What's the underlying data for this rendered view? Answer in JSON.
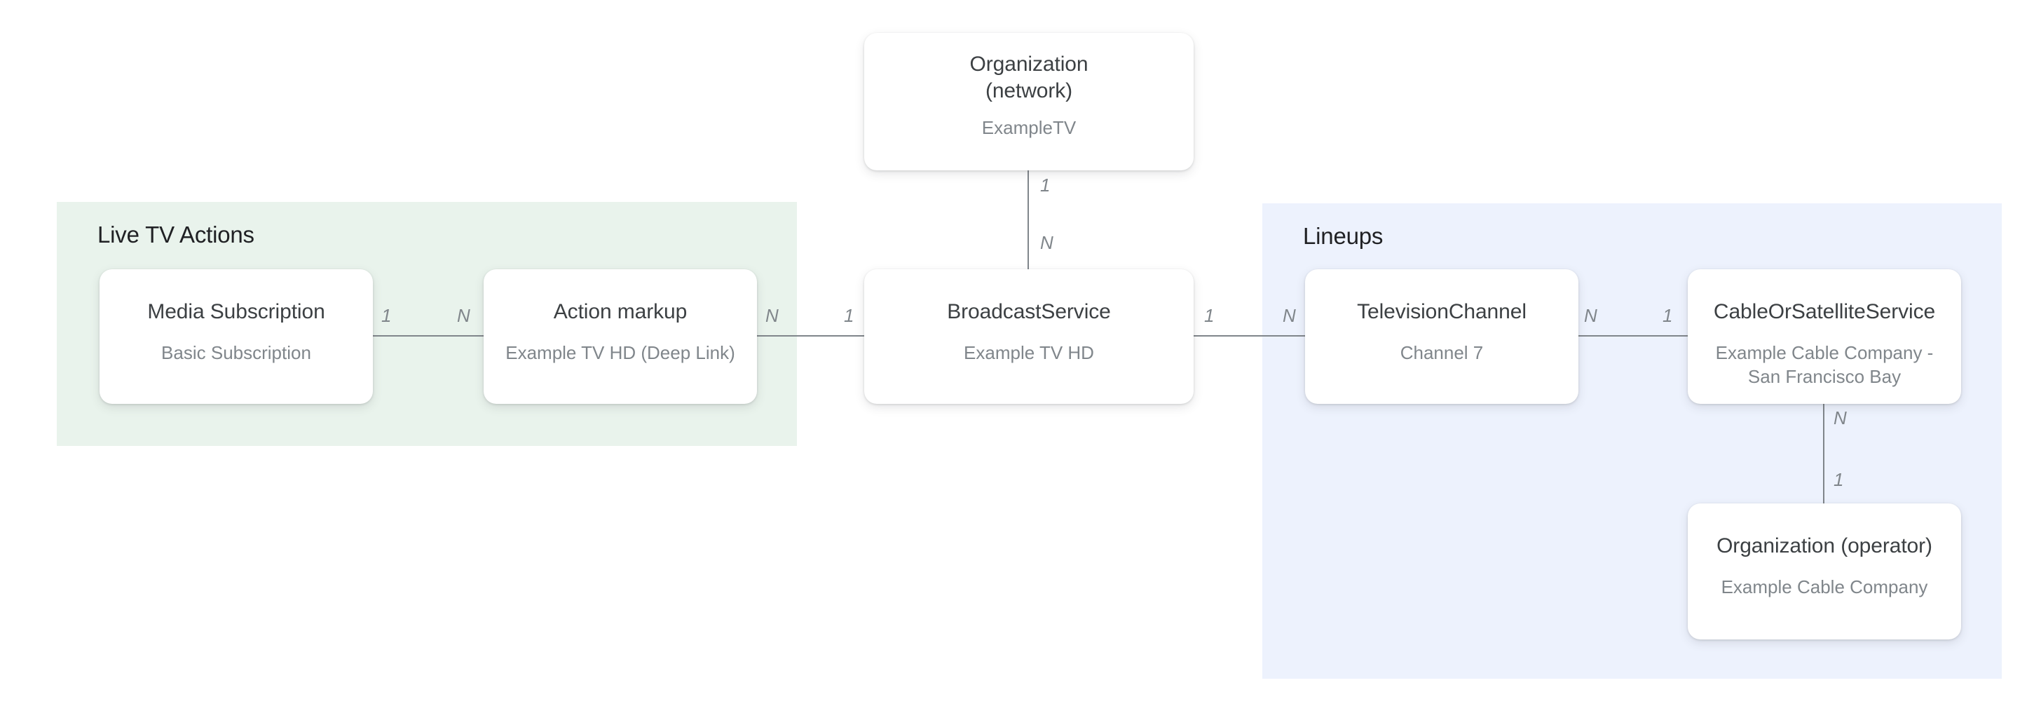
{
  "diagram": {
    "description": "Entity relationship diagram for TV listings structured data"
  },
  "groups": [
    {
      "id": "live-tv-actions",
      "title": "Live TV Actions",
      "fill": "#e9f3ec"
    },
    {
      "id": "lineups",
      "title": "Lineups",
      "fill": "#edf2fd"
    }
  ],
  "nodes": [
    {
      "id": "organization-network",
      "title": "Organization (network)",
      "subtitle": "ExampleTV"
    },
    {
      "id": "media-subscription",
      "title": "Media Subscription",
      "subtitle": "Basic Subscription"
    },
    {
      "id": "action-markup",
      "title": "Action markup",
      "subtitle": "Example TV HD (Deep Link)"
    },
    {
      "id": "broadcast-service",
      "title": "BroadcastService",
      "subtitle": "Example TV HD"
    },
    {
      "id": "television-channel",
      "title": "TelevisionChannel",
      "subtitle": "Channel 7"
    },
    {
      "id": "cable-or-satellite-service",
      "title": "CableOrSatelliteService",
      "subtitle": "Example Cable Company - San Francisco Bay"
    },
    {
      "id": "organization-operator",
      "title": "Organization (operator)",
      "subtitle": "Example Cable Company"
    }
  ],
  "links": [
    {
      "from": "organization-network",
      "to": "broadcast-service",
      "from_label": "1",
      "to_label": "N"
    },
    {
      "from": "media-subscription",
      "to": "action-markup",
      "from_label": "1",
      "to_label": "N"
    },
    {
      "from": "action-markup",
      "to": "broadcast-service",
      "from_label": "N",
      "to_label": "1"
    },
    {
      "from": "broadcast-service",
      "to": "television-channel",
      "from_label": "1",
      "to_label": "N"
    },
    {
      "from": "television-channel",
      "to": "cable-or-satellite-service",
      "from_label": "N",
      "to_label": "1"
    },
    {
      "from": "cable-or-satellite-service",
      "to": "organization-operator",
      "from_label": "N",
      "to_label": "1"
    }
  ],
  "palette": {
    "background": "#ffffff",
    "live_tv_actions_fill": "#e9f3ec",
    "lineups_fill": "#edf2fd",
    "line_color": "#80868b",
    "node_title_color": "#3c4043",
    "node_subtitle_color": "#80868b",
    "region_title_color": "#202124",
    "label_color": "#80868b"
  }
}
